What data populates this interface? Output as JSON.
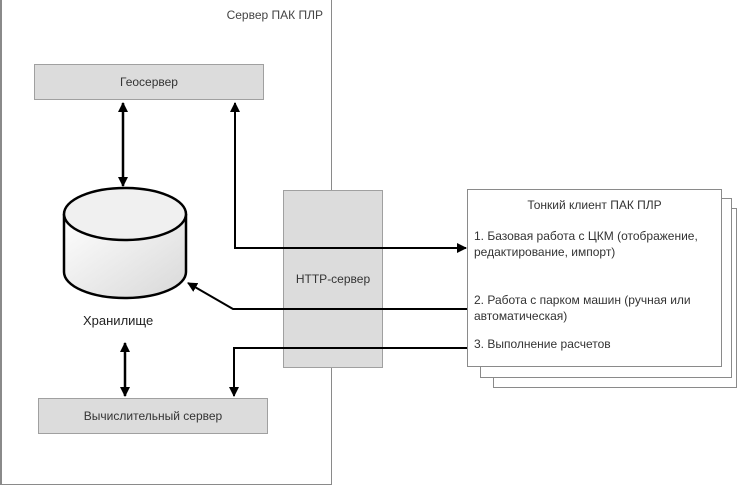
{
  "server": {
    "title": "Сервер ПАК ПЛР"
  },
  "geoserver": {
    "label": "Геосервер"
  },
  "storage": {
    "label": "Хранилище"
  },
  "compute_server": {
    "label": "Вычислительный сервер"
  },
  "http_server": {
    "label": "HTTP-сервер"
  },
  "thin_client": {
    "title": "Тонкий клиент ПАК ПЛР",
    "items": [
      {
        "text": "1. Базовая работа с ЦКМ (отображение, редактирование, импорт)"
      },
      {
        "text": "2. Работа с парком машин (ручная или автоматическая)"
      },
      {
        "text": "3. Выполнение расчетов"
      }
    ]
  },
  "colors": {
    "box_fill": "#dcdcdc",
    "frame_border": "#8a8a8a",
    "arrow": "#000000"
  }
}
